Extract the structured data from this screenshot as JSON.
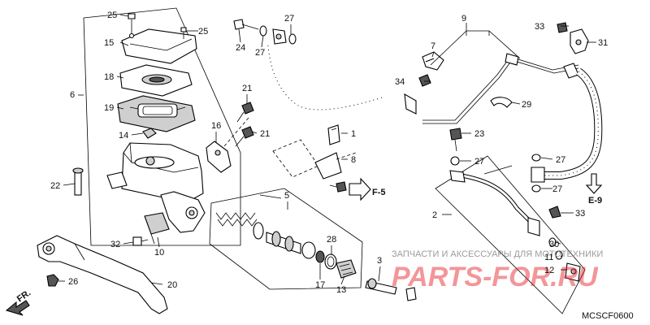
{
  "diagram_code": "MCSCF0600",
  "watermark": {
    "caption": "ЗАПЧАСТИ И АКСЕССУАРЫ ДЛЯ МОТОТЕХНИКИ",
    "brand": "PARTS-FOR.RU"
  },
  "direction_label": "FR.",
  "references": [
    "F-5",
    "E-9"
  ],
  "callouts": [
    "25",
    "15",
    "25",
    "18",
    "6",
    "19",
    "14",
    "22",
    "21",
    "21",
    "16",
    "24",
    "27",
    "27",
    "1",
    "8",
    "5",
    "32",
    "10",
    "20",
    "26",
    "28",
    "17",
    "13",
    "3",
    "7",
    "9",
    "34",
    "23",
    "27",
    "33",
    "31",
    "29",
    "27",
    "27",
    "2",
    "33",
    "30",
    "11",
    "12"
  ],
  "brand_color": "#e31e24"
}
